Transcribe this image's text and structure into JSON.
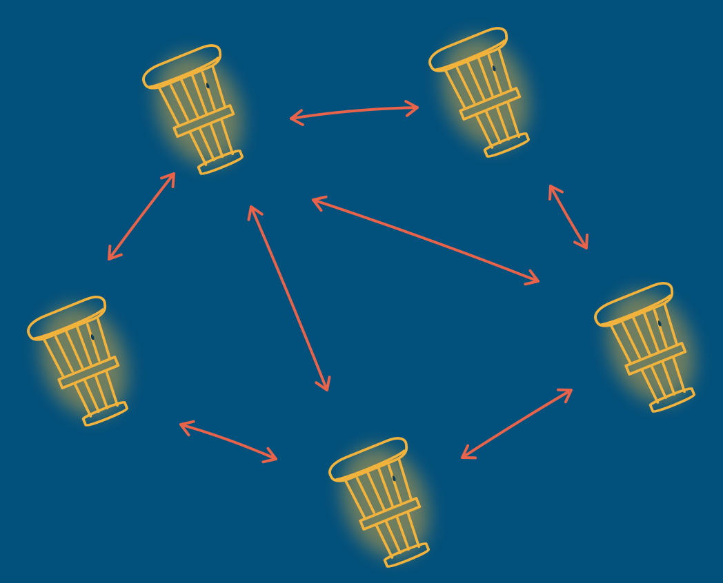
{
  "colors": {
    "background": "#02507c",
    "node_outline": "#f2b33d",
    "node_glow": "#c9a44a",
    "node_dot": "#0a3a5c",
    "connection": "#e8634a"
  },
  "nodes": [
    {
      "id": "top-left",
      "icon": "pillar-icon"
    },
    {
      "id": "top-right",
      "icon": "pillar-icon"
    },
    {
      "id": "middle-left",
      "icon": "pillar-icon"
    },
    {
      "id": "middle-right",
      "icon": "pillar-icon"
    },
    {
      "id": "bottom-center",
      "icon": "pillar-icon"
    }
  ],
  "connections": [
    {
      "from": "top-left",
      "to": "top-right",
      "direction": "both"
    },
    {
      "from": "top-left",
      "to": "middle-left",
      "direction": "both"
    },
    {
      "from": "top-left",
      "to": "bottom-center",
      "direction": "both"
    },
    {
      "from": "top-left",
      "to": "middle-right",
      "direction": "both"
    },
    {
      "from": "top-right",
      "to": "middle-right",
      "direction": "both"
    },
    {
      "from": "middle-left",
      "to": "bottom-center",
      "direction": "both"
    },
    {
      "from": "bottom-center",
      "to": "middle-right",
      "direction": "both"
    }
  ]
}
